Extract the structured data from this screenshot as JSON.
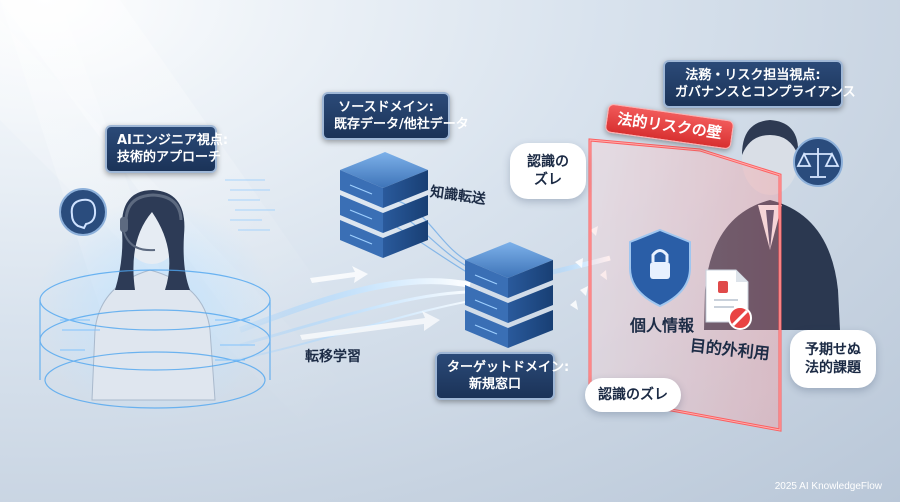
{
  "engineer": {
    "label_line1": "AIエンジニア視点:",
    "label_line2": "技術的アプローチ"
  },
  "source": {
    "label_line1": "ソースドメイン:",
    "label_line2": "既存データ/他社データ"
  },
  "transfer": {
    "knowledge": "知識転送",
    "learning": "転移学習"
  },
  "target": {
    "label_line1": "ターゲットドメイン:",
    "label_line2": "新規窓口"
  },
  "legal": {
    "label_line1": "法務・リスク担当視点:",
    "label_line2": "ガバナンスとコンプライアンス"
  },
  "wall": {
    "title": "法的リスクの壁",
    "privacy": "個人情報",
    "misuse": "目的外利用"
  },
  "bubbles": {
    "gap_top": "認識の\nズレ",
    "gap_bottom": "認識のズレ",
    "unexpected": "予期せぬ\n法的課題"
  },
  "footer": "2025 AI KnowledgeFlow",
  "colors": {
    "navy": "#1b3358",
    "red": "#e53b3b",
    "glow": "#5fb4ff"
  }
}
